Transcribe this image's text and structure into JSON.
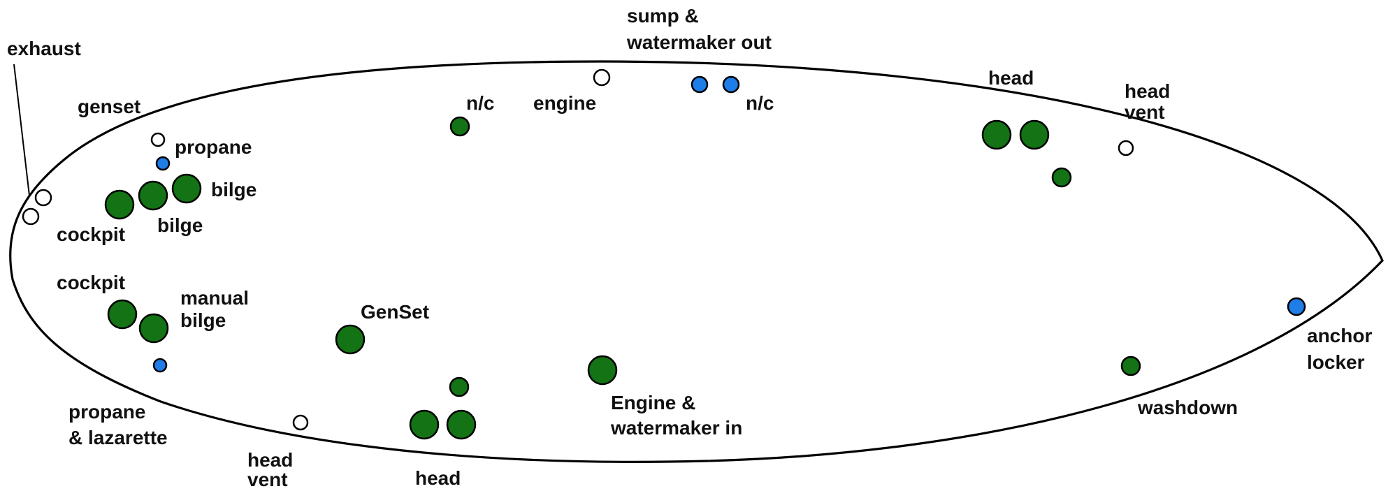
{
  "legend_colors": {
    "green_seacock": "#137315",
    "blue_fitting": "#1f7de8",
    "open_fitting": "#ffffff"
  },
  "labels": {
    "exhaust": "exhaust",
    "genset_top": "genset",
    "propane_top": "propane",
    "bilge_right": "bilge",
    "bilge_under": "bilge",
    "cockpit_top": "cockpit",
    "cockpit_bottom": "cockpit",
    "manual_bilge_1": "manual",
    "manual_bilge_2": "bilge",
    "propane_laz_1": "propane",
    "propane_laz_2": "& lazarette",
    "head_vent_left_1": "head",
    "head_vent_left_2": "vent",
    "head_bottom": "head",
    "genset_mid": "GenSet",
    "nc_left": "n/c",
    "engine_top": "engine",
    "sump_1": "sump &",
    "sump_2": "watermaker out",
    "nc_right": "n/c",
    "engine_in_1": "Engine  &",
    "engine_in_2": "watermaker in",
    "head_top": "head",
    "head_vent_right_1": "head",
    "head_vent_right_2": "vent",
    "washdown": "washdown",
    "anchor_1": "anchor",
    "anchor_2": "locker"
  }
}
